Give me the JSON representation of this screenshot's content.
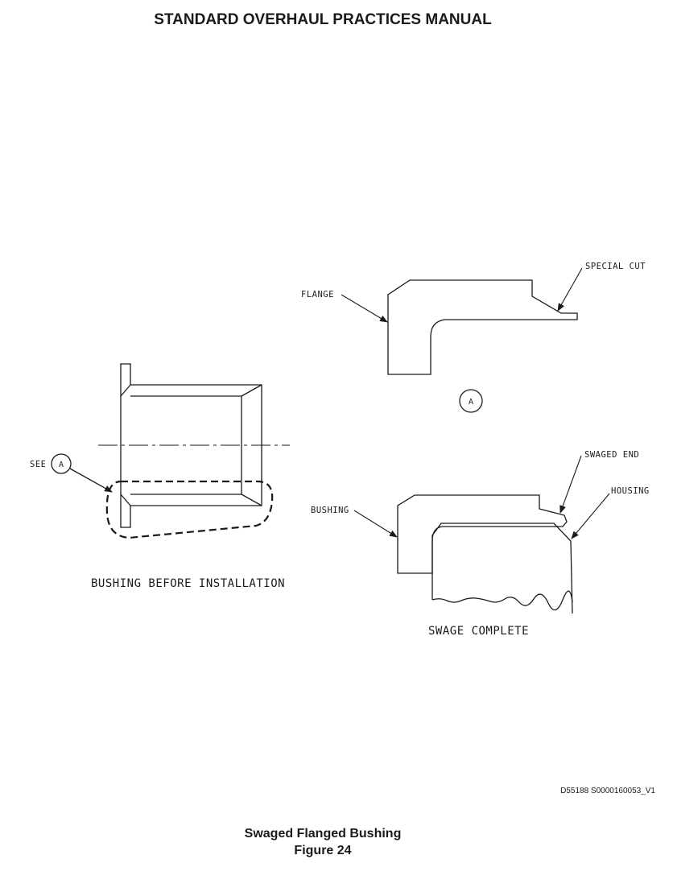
{
  "header": {
    "title": "STANDARD OVERHAUL PRACTICES MANUAL"
  },
  "diagram": {
    "callouts": {
      "flange": "FLANGE",
      "special_cut": "SPECIAL CUT",
      "see": "SEE",
      "swaged_end": "SWAGED END",
      "housing": "HOUSING",
      "bushing": "BUSHING"
    },
    "detail_ref": "A",
    "captions": {
      "before": "BUSHING BEFORE INSTALLATION",
      "after": "SWAGE COMPLETE"
    }
  },
  "footer": {
    "drawing_code": "D55188 S0000160053_V1",
    "figure_title": "Swaged Flanged Bushing",
    "figure_number": "Figure 24"
  }
}
